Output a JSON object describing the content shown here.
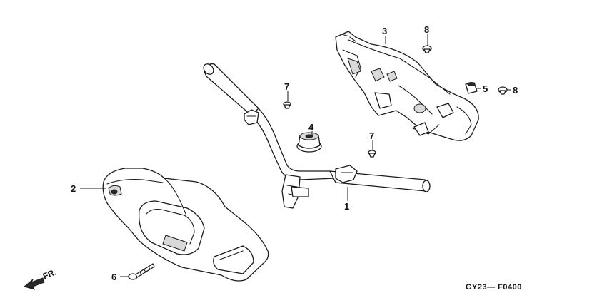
{
  "diagram": {
    "callouts": [
      {
        "id": "c1",
        "label": "1"
      },
      {
        "id": "c2",
        "label": "2"
      },
      {
        "id": "c3",
        "label": "3"
      },
      {
        "id": "c4",
        "label": "4"
      },
      {
        "id": "c5",
        "label": "5"
      },
      {
        "id": "c6",
        "label": "6"
      },
      {
        "id": "c7a",
        "label": "7"
      },
      {
        "id": "c7b",
        "label": "7"
      },
      {
        "id": "c8a",
        "label": "8"
      },
      {
        "id": "c8b",
        "label": "8"
      }
    ],
    "direction_label": "FR.",
    "figure_code": "GY23— F0400",
    "colors": {
      "line": "#1a1a1a",
      "background": "#ffffff",
      "shade": "#d9d9d9"
    }
  }
}
